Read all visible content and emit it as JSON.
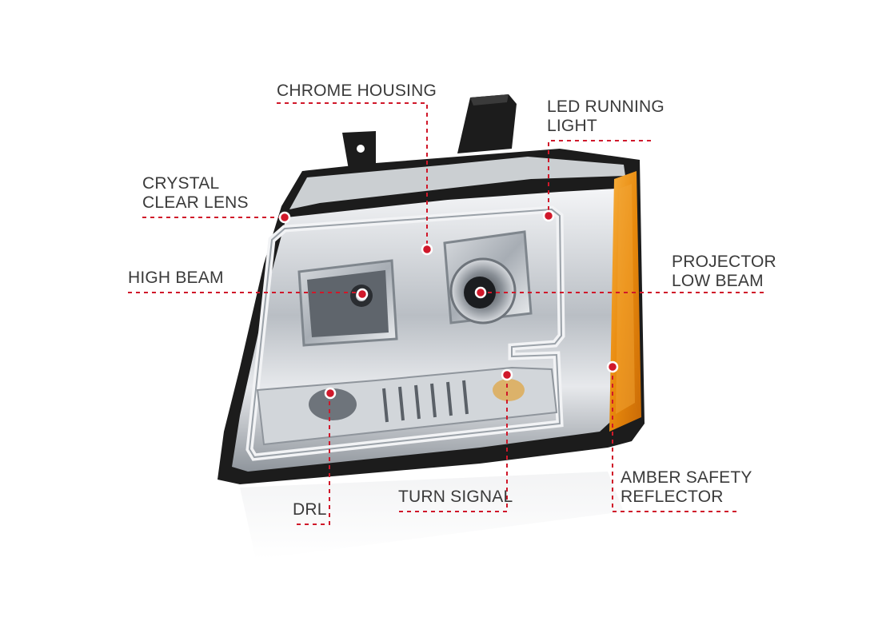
{
  "labels": {
    "chrome_housing": "CHROME HOUSING",
    "led_running_light_1": "LED RUNNING",
    "led_running_light_2": "LIGHT",
    "crystal_clear_lens_1": "CRYSTAL",
    "crystal_clear_lens_2": "CLEAR LENS",
    "high_beam": "HIGH BEAM",
    "projector_low_beam_1": "PROJECTOR",
    "projector_low_beam_2": "LOW BEAM",
    "amber_safety_reflector_1": "AMBER SAFETY",
    "amber_safety_reflector_2": "REFLECTOR",
    "turn_signal": "TURN SIGNAL",
    "drl": "DRL"
  },
  "colors": {
    "leader_line": "#d0182a",
    "label_text": "#3a3a3a",
    "amber": "#e8890c",
    "chrome": "#c9cdd2",
    "housing_black": "#1c1c1c"
  }
}
